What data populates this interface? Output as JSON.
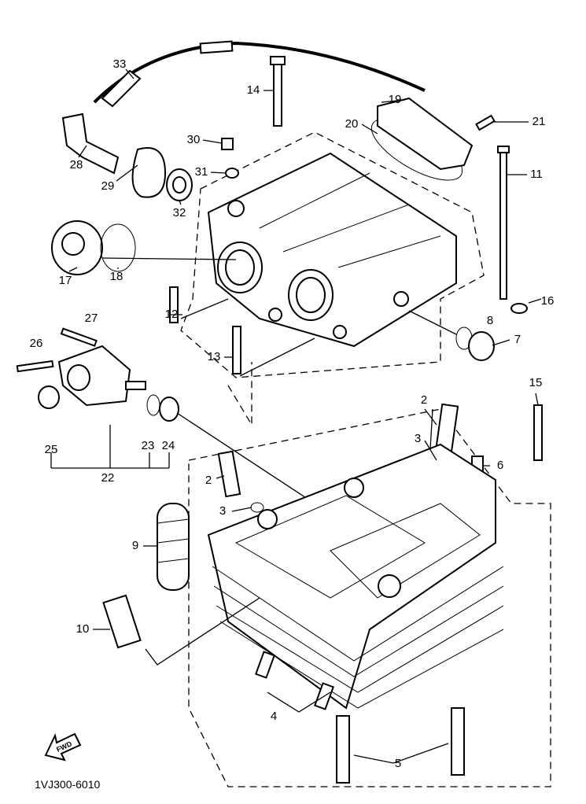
{
  "diagram": {
    "code": "1VJ300-6010",
    "fwd_arrow": "FWD",
    "labels": [
      "33",
      "14",
      "19",
      "21",
      "20",
      "30",
      "31",
      "11",
      "28",
      "29",
      "32",
      "17",
      "18",
      "16",
      "12",
      "8",
      "7",
      "27",
      "26",
      "13",
      "15",
      "2",
      "3",
      "6",
      "2",
      "3",
      "25",
      "23",
      "24",
      "22",
      "9",
      "10",
      "4",
      "5"
    ]
  }
}
